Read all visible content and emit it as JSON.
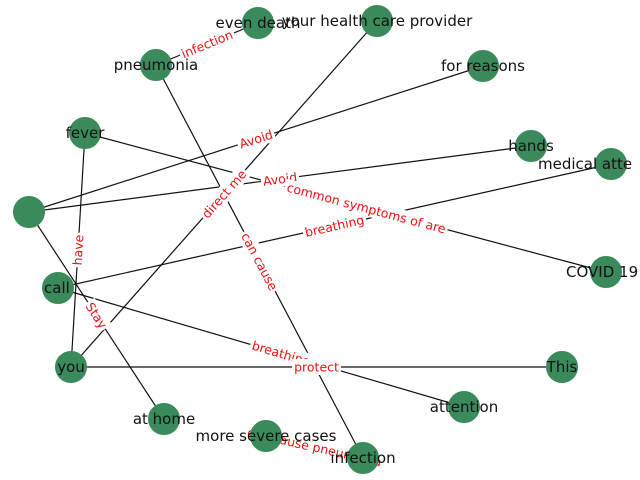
{
  "colors": {
    "node_fill": "#3a8a5c",
    "edge_stroke": "#111111",
    "edge_label": "#ee1111",
    "node_label": "#111111",
    "background": "#ffffff"
  },
  "nodes": [
    {
      "id": "even_death",
      "label": "even death"
    },
    {
      "id": "provider",
      "label": "your health care provider"
    },
    {
      "id": "pneumonia",
      "label": "pneumonia"
    },
    {
      "id": "reasons",
      "label": "for  reasons"
    },
    {
      "id": "fever",
      "label": "fever"
    },
    {
      "id": "hands",
      "label": "hands"
    },
    {
      "id": "medical",
      "label": "medical atte"
    },
    {
      "id": "blank",
      "label": ""
    },
    {
      "id": "covid",
      "label": "COVID 19"
    },
    {
      "id": "call",
      "label": "call"
    },
    {
      "id": "you",
      "label": "you"
    },
    {
      "id": "this",
      "label": "This"
    },
    {
      "id": "attention",
      "label": "attention"
    },
    {
      "id": "home",
      "label": "at  home"
    },
    {
      "id": "severe",
      "label": "more severe cases"
    },
    {
      "id": "infection",
      "label": "infection"
    }
  ],
  "edges": [
    {
      "from": "pneumonia",
      "to": "even_death",
      "label": "infection"
    },
    {
      "from": "blank",
      "to": "reasons",
      "label": "Avoid"
    },
    {
      "from": "blank",
      "to": "hands",
      "label": "Avoid"
    },
    {
      "from": "you",
      "to": "provider",
      "label": "direct me"
    },
    {
      "from": "fever",
      "to": "covid",
      "label": "common symptoms of are"
    },
    {
      "from": "call",
      "to": "medical",
      "label": "breathing"
    },
    {
      "from": "pneumonia",
      "to": "infection",
      "label": "can cause"
    },
    {
      "from": "fever",
      "to": "you",
      "label": "have"
    },
    {
      "from": "blank",
      "to": "home",
      "label": "Stay"
    },
    {
      "from": "call",
      "to": "attention",
      "label": "breathing"
    },
    {
      "from": "you",
      "to": "this",
      "label": "protect"
    },
    {
      "from": "severe",
      "to": "infection",
      "label": "can cause pneumonia"
    }
  ]
}
